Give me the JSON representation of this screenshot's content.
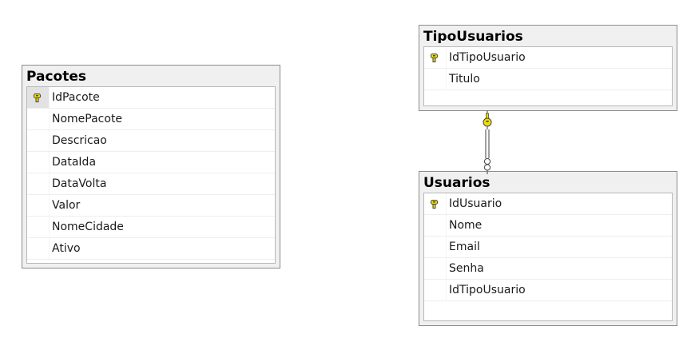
{
  "diagram": {
    "tables": {
      "pacotes": {
        "name": "Pacotes",
        "columns": [
          {
            "name": "IdPacote",
            "primary_key": true
          },
          {
            "name": "NomePacote",
            "primary_key": false
          },
          {
            "name": "Descricao",
            "primary_key": false
          },
          {
            "name": "DataIda",
            "primary_key": false
          },
          {
            "name": "DataVolta",
            "primary_key": false
          },
          {
            "name": "Valor",
            "primary_key": false
          },
          {
            "name": "NomeCidade",
            "primary_key": false
          },
          {
            "name": "Ativo",
            "primary_key": false
          }
        ]
      },
      "tipo_usuarios": {
        "name": "TipoUsuarios",
        "columns": [
          {
            "name": "IdTipoUsuario",
            "primary_key": true
          },
          {
            "name": "Titulo",
            "primary_key": false
          }
        ]
      },
      "usuarios": {
        "name": "Usuarios",
        "columns": [
          {
            "name": "IdUsuario",
            "primary_key": true
          },
          {
            "name": "Nome",
            "primary_key": false
          },
          {
            "name": "Email",
            "primary_key": false
          },
          {
            "name": "Senha",
            "primary_key": false
          },
          {
            "name": "IdTipoUsuario",
            "primary_key": false
          }
        ]
      }
    },
    "relationships": [
      {
        "one_side": "TipoUsuarios",
        "many_side": "Usuarios",
        "one_end": "key-icon",
        "many_end": "infinity-icon"
      }
    ]
  },
  "colors": {
    "key_icon": "#f0e000",
    "title_bar": "#f0f0f0",
    "table_border": "#8c8c8c",
    "connector": "#606060"
  }
}
